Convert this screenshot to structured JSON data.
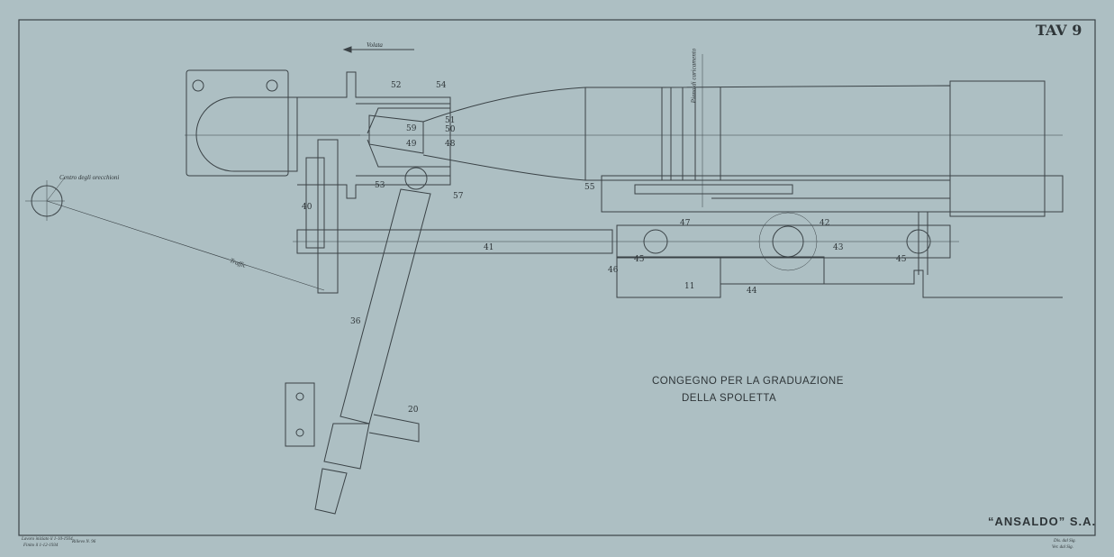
{
  "sheet": {
    "plate": "TAV 9",
    "company": "“ANSALDO” S.A.",
    "title_line1": "CONGEGNO PER LA GRADUAZIONE",
    "title_line2": "DELLA SPOLETTA"
  },
  "annotations": {
    "volata": "Volata",
    "centro": "Centro degli orecchioni",
    "tiro": "Traffic",
    "piano": "Piano di caricamento"
  },
  "parts": [
    {
      "id": "52",
      "label": "52"
    },
    {
      "id": "54",
      "label": "54"
    },
    {
      "id": "51",
      "label": "51"
    },
    {
      "id": "50",
      "label": "50"
    },
    {
      "id": "59",
      "label": "59"
    },
    {
      "id": "49",
      "label": "49"
    },
    {
      "id": "48",
      "label": "48"
    },
    {
      "id": "53",
      "label": "53"
    },
    {
      "id": "57",
      "label": "57"
    },
    {
      "id": "40",
      "label": "40"
    },
    {
      "id": "41",
      "label": "41"
    },
    {
      "id": "55",
      "label": "55"
    },
    {
      "id": "47",
      "label": "47"
    },
    {
      "id": "42",
      "label": "42"
    },
    {
      "id": "43",
      "label": "43"
    },
    {
      "id": "45a",
      "label": "45"
    },
    {
      "id": "45b",
      "label": "45"
    },
    {
      "id": "46",
      "label": "46"
    },
    {
      "id": "11",
      "label": "11"
    },
    {
      "id": "44",
      "label": "44"
    },
    {
      "id": "36",
      "label": "36"
    },
    {
      "id": "20",
      "label": "20"
    }
  ],
  "footer": {
    "left_line1": "Lavoro iniziato il 1-10-1934",
    "left_line2": "Finito il 1-12-1934",
    "left_ref": "Rilievo N. 96",
    "right_line1": "Dis. dal Sig.",
    "right_line2": "Ver. dal Sig."
  },
  "colors": {
    "paper": "#adbfc3",
    "ink": "#3a4246"
  }
}
